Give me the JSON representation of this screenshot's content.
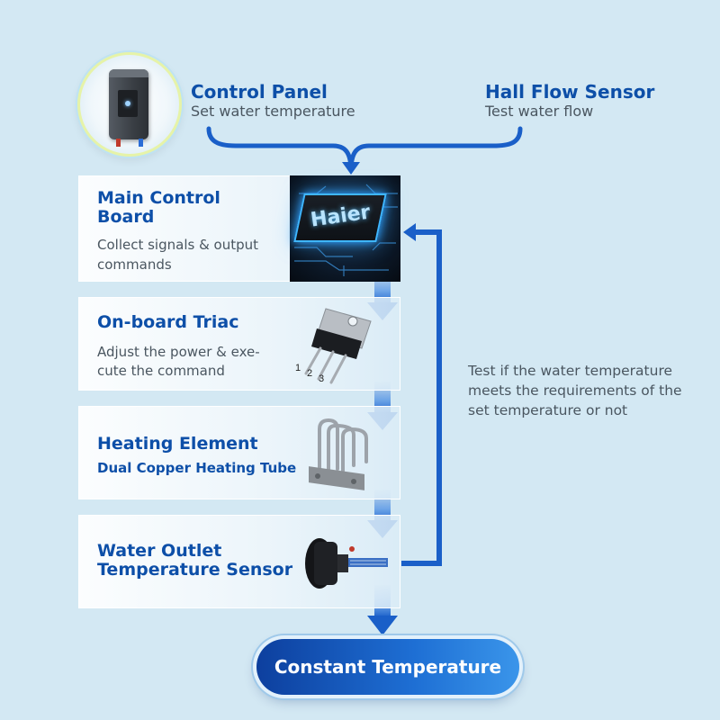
{
  "inputs": {
    "control_panel": {
      "title": "Control Panel",
      "subtitle": "Set water temperature"
    },
    "hall_flow_sensor": {
      "title": "Hall Flow Sensor",
      "subtitle": "Test water flow"
    }
  },
  "steps": [
    {
      "title_line1": "Main Control",
      "title_line2": "Board",
      "desc_line1": "Collect signals & output",
      "desc_line2": "commands",
      "image_text": "Haier"
    },
    {
      "title": "On-board Triac",
      "desc_line1": "Adjust the power &  exe-",
      "desc_line2": "cute the command",
      "pin_labels": [
        "1",
        "2",
        "3"
      ]
    },
    {
      "title": "Heating Element",
      "subtitle": "Dual Copper Heating Tube"
    },
    {
      "title_line1": "Water Outlet",
      "title_line2": "Temperature Sensor"
    }
  ],
  "feedback": {
    "line1": "Test if the water temperature",
    "line2": "meets the requirements of the",
    "line3": "set temperature or not"
  },
  "result": {
    "label": "Constant Temperature"
  },
  "colors": {
    "background": "#d3e8f3",
    "heading": "#0d4fa8",
    "arrow": "#1a5fc8",
    "pill_start": "#0d3f9e",
    "pill_end": "#3a95ea"
  }
}
